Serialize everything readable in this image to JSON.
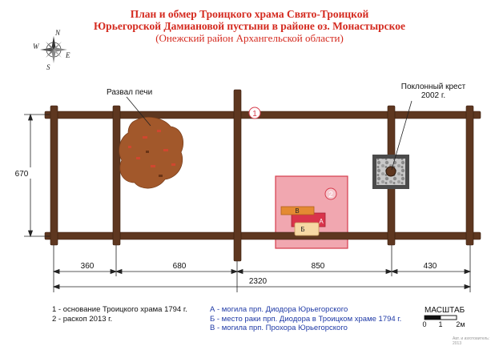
{
  "title": {
    "line1": "План и обмер Троицкого храма Свято-Троицкой",
    "line2": "Юрьегорской Дамиановой пустыни в районе оз. Монастырское",
    "line3": "(Онежский район Архангельской области)"
  },
  "compass": {
    "n": "N",
    "e": "E",
    "s": "S",
    "w": "W"
  },
  "labels": {
    "stove": "Развал печи",
    "cross_line1": "Поклонный крест",
    "cross_line2": "2002 г.",
    "marker1": "1",
    "marker2": "2",
    "grave_a": "А",
    "grave_b": "Б",
    "grave_v": "В"
  },
  "dimensions": {
    "height": "670",
    "seg1": "360",
    "seg2": "680",
    "seg3": "850",
    "seg4": "430",
    "total": "2320"
  },
  "legend": {
    "left": [
      "1 - основание Троицкого храма 1794 г.",
      "2 - раскоп 2013 г."
    ],
    "right": [
      "А - могила прп. Диодора Юрьегорского",
      "Б - место раки прп. Диодора в Троицком храме 1794 г.",
      "В - могила прп. Прохора Юрьегорского"
    ]
  },
  "scale": {
    "title": "МАСШТАБ",
    "tick0": "0",
    "tick1": "1",
    "tick2": "2м"
  },
  "credit": "Авт. и изготовитель: 2013",
  "colors": {
    "log": "#5e3720",
    "log_edge": "#3a1f10",
    "title": "#d42a1f",
    "excavation_fill": "#f1a7b0",
    "excavation_edge": "#d63c4c",
    "grave_v": "#e48a33",
    "grave_a": "#d9344b",
    "grave_b": "#f6d8a4",
    "stove": "#a2582b"
  }
}
